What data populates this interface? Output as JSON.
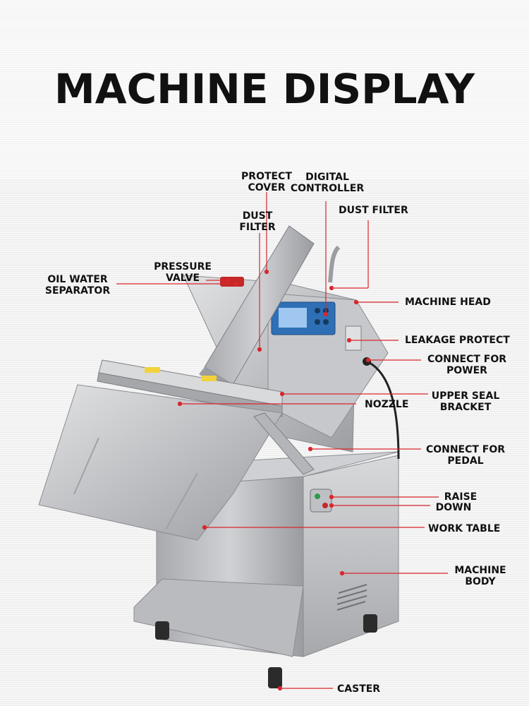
{
  "title": "MACHINE DISPLAY",
  "labels": {
    "protect_cover": "PROTECT\nCOVER",
    "digital_controller": "DIGITAL\nCONTROLLER",
    "dust_filter_top": "DUST\nFILTER",
    "dust_filter_right": "DUST FILTER",
    "pressure_valve": "PRESSURE\nVALVE",
    "oil_water_separator": "OIL WATER\nSEPARATOR",
    "machine_head": "MACHINE HEAD",
    "leakage_protect": "LEAKAGE PROTECT",
    "connect_power": "CONNECT FOR\nPOWER",
    "upper_seal_bracket": "UPPER SEAL\nBRACKET",
    "nozzle": "NOZZLE",
    "connect_pedal": "CONNECT FOR\nPEDAL",
    "raise": "RAISE",
    "down": "DOWN",
    "work_table": "WORK TABLE",
    "machine_body": "MACHINE\nBODY",
    "caster": "CASTER"
  },
  "colors": {
    "leader_line": "#d9262c",
    "steel_light": "#c9cacd",
    "steel_dark": "#8e9095",
    "display_blue": "#2f6fb6"
  }
}
